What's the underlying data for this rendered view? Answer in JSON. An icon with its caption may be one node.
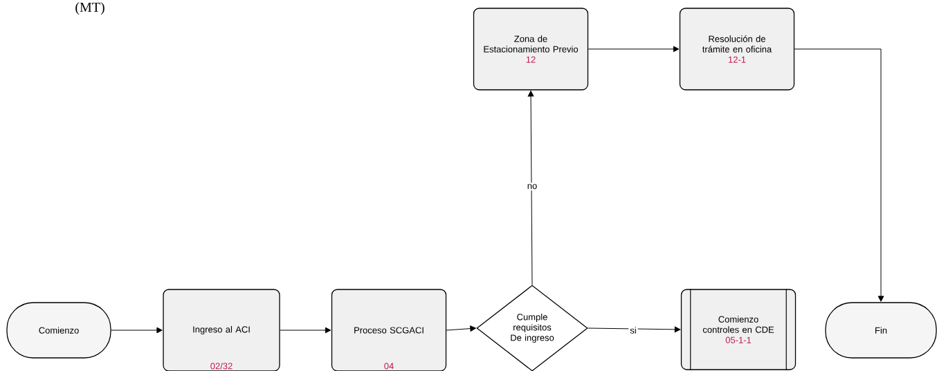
{
  "diagram": {
    "nodes": [
      {
        "text": [
          "Comienzo"
        ]
      },
      {
        "text": [
          "Ingreso al ACI",
          "02/32"
        ]
      },
      {
        "text": [
          "Proceso SCGACI",
          "04"
        ]
      },
      {
        "text": [
          "Cumple requisitos De ingreso"
        ]
      },
      {
        "text": [
          "Comienzo controles en CDE",
          "05-1-1"
        ]
      },
      {
        "text": [
          "Fin"
        ]
      },
      {
        "text": [
          "Zona de Estacionamiento Previo",
          "12"
        ]
      },
      {
        "text": [
          "Resolución de trámite en oficina",
          "12-1"
        ]
      }
    ],
    "edges": [
      {
        "from": 0,
        "to": 1,
        "arrow": "to"
      },
      {
        "from": 1,
        "to": 2,
        "arrow": "to"
      },
      {
        "from": 2,
        "to": 3,
        "arrow": "to"
      },
      {
        "from": 3,
        "to": 4,
        "arrow": "to",
        "label": "si"
      },
      {
        "from": 3,
        "to": 6,
        "arrow": "to",
        "label": "no"
      },
      {
        "from": 6,
        "to": 7,
        "arrow": "to"
      },
      {
        "from": 7,
        "to": 5,
        "arrow": "to"
      }
    ],
    "labels": [
      "(MT)"
    ]
  }
}
